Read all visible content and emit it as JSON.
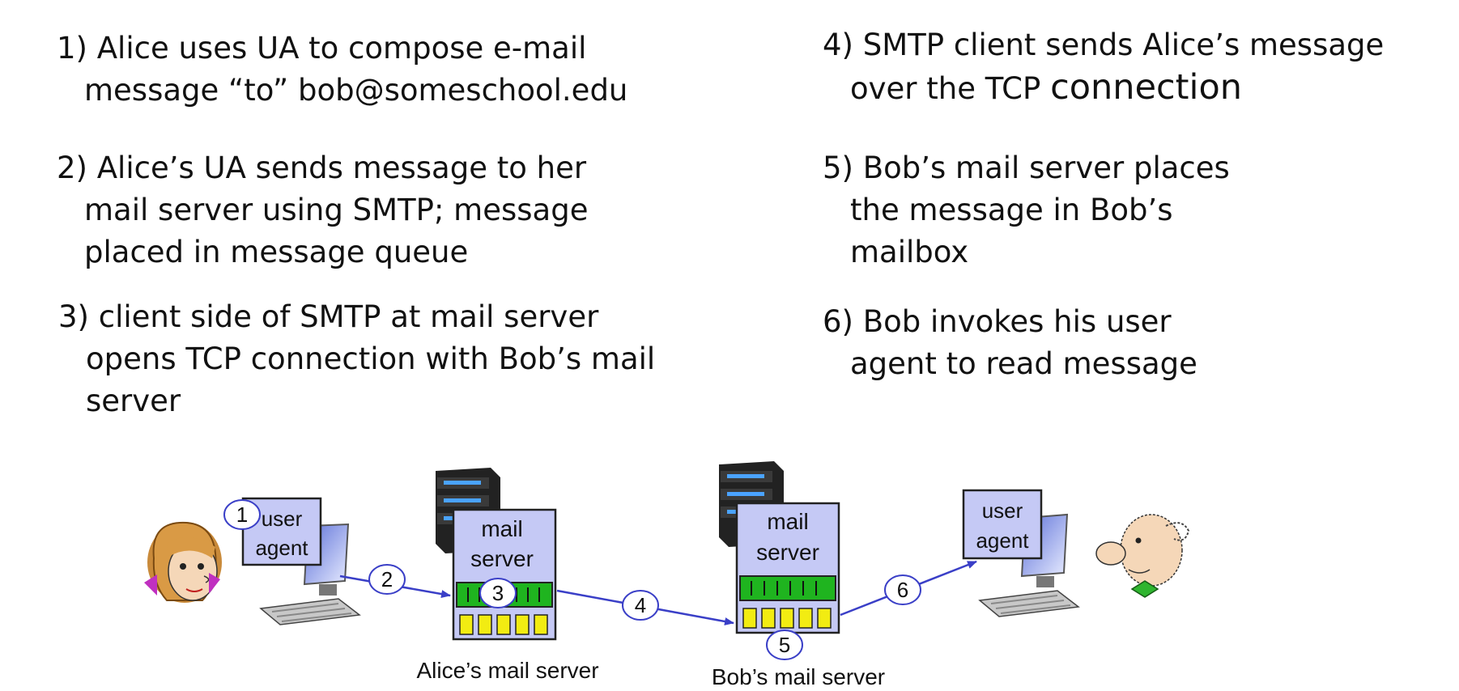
{
  "steps": [
    {
      "lines": [
        "1) Alice uses UA to compose e-mail",
        "message “to” bob@someschool.edu"
      ]
    },
    {
      "lines": [
        "2) Alice’s UA sends message to her",
        "mail server using SMTP; message",
        "placed in message queue"
      ]
    },
    {
      "lines": [
        "3) client side of SMTP at mail server",
        "opens TCP connection with Bob’s mail",
        "server"
      ]
    },
    {
      "lines": [
        "4) SMTP client sends Alice’s message",
        "over the TCP "
      ],
      "emph": "connection"
    },
    {
      "lines": [
        "5) Bob’s mail server places",
        "the message in Bob’s",
        "mailbox"
      ]
    },
    {
      "lines": [
        "6) Bob invokes his user",
        "agent to read message"
      ]
    }
  ],
  "diagram": {
    "alice_agent": {
      "line1": "user",
      "line2": "agent"
    },
    "bob_agent": {
      "line1": "user",
      "line2": "agent"
    },
    "alice_server": {
      "line1": "mail",
      "line2": "server",
      "caption": "Alice’s mail server"
    },
    "bob_server": {
      "line1": "mail",
      "line2": "server",
      "caption": "Bob’s mail server"
    },
    "markers": [
      "1",
      "2",
      "3",
      "4",
      "5",
      "6"
    ]
  },
  "colors": {
    "box_fill": "#c5c9f5",
    "queue_green": "#1fb41f",
    "mailbox_yellow": "#f2ec12",
    "arrow": "#3a3fc7"
  }
}
